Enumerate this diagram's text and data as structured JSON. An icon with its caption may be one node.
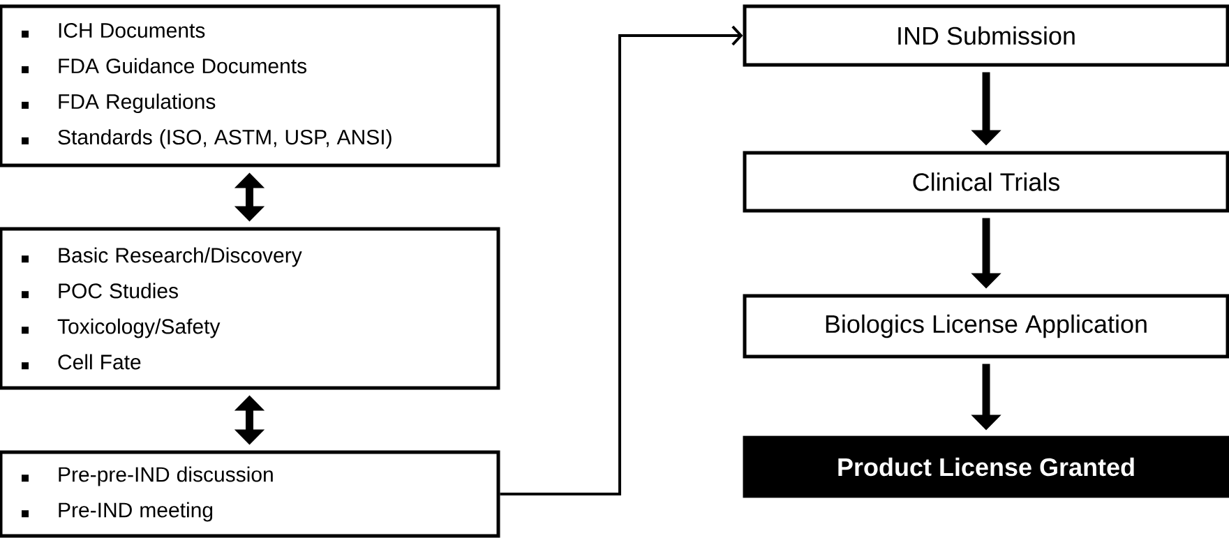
{
  "diagram": {
    "nodes": [
      {
        "text": [
          "ICH Documents",
          "FDA Guidance Documents",
          "FDA Regulations",
          "Standards (ISO, ASTM, USP, ANSI)"
        ]
      },
      {
        "text": [
          "Basic Research/Discovery",
          "POC Studies",
          "Toxicology/Safety",
          "Cell Fate"
        ]
      },
      {
        "text": [
          "Pre-pre-IND discussion",
          "Pre-IND meeting"
        ]
      },
      {
        "text": [
          "IND Submission"
        ]
      },
      {
        "text": [
          "Clinical Trials"
        ]
      },
      {
        "text": [
          "Biologics License Application"
        ]
      },
      {
        "text": [
          "Product License Granted"
        ]
      }
    ],
    "edges": [
      {
        "from": 0,
        "to": 1,
        "arrow": "both"
      },
      {
        "from": 1,
        "to": 2,
        "arrow": "both"
      },
      {
        "from": 2,
        "to": 3,
        "arrow": "to"
      },
      {
        "from": 3,
        "to": 4,
        "arrow": "to"
      },
      {
        "from": 4,
        "to": 5,
        "arrow": "to"
      },
      {
        "from": 5,
        "to": 6,
        "arrow": "to"
      }
    ]
  }
}
